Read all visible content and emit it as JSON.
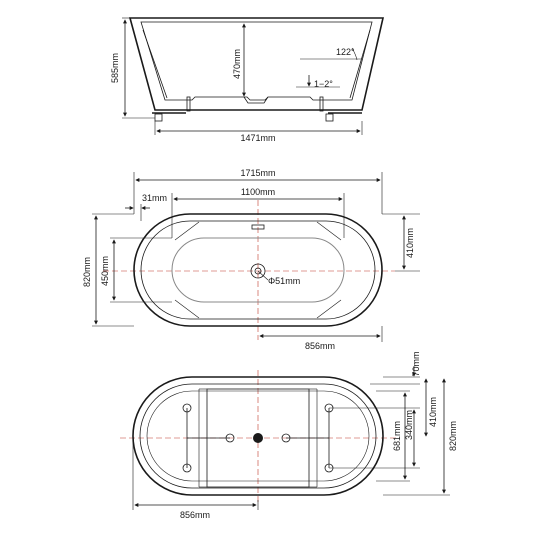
{
  "side_view": {
    "height_label": "585mm",
    "depth_label": "470mm",
    "angle_label": "122°",
    "slope_label": "1−2°",
    "length_label": "1471mm"
  },
  "top_view": {
    "overall_length_label": "1715mm",
    "inner_length_label": "1100mm",
    "offset_label": "31mm",
    "width_label": "820mm",
    "inner_width_label": "450mm",
    "half_width_label": "410mm",
    "drain_label": "Φ51mm",
    "drain_offset_label": "856mm"
  },
  "bottom_view": {
    "top_offset_label": "70mm",
    "leg_span_label": "340mm",
    "half_width_label": "410mm",
    "frame_label": "681mm",
    "width_label": "820mm",
    "drain_offset_label": "856mm"
  }
}
